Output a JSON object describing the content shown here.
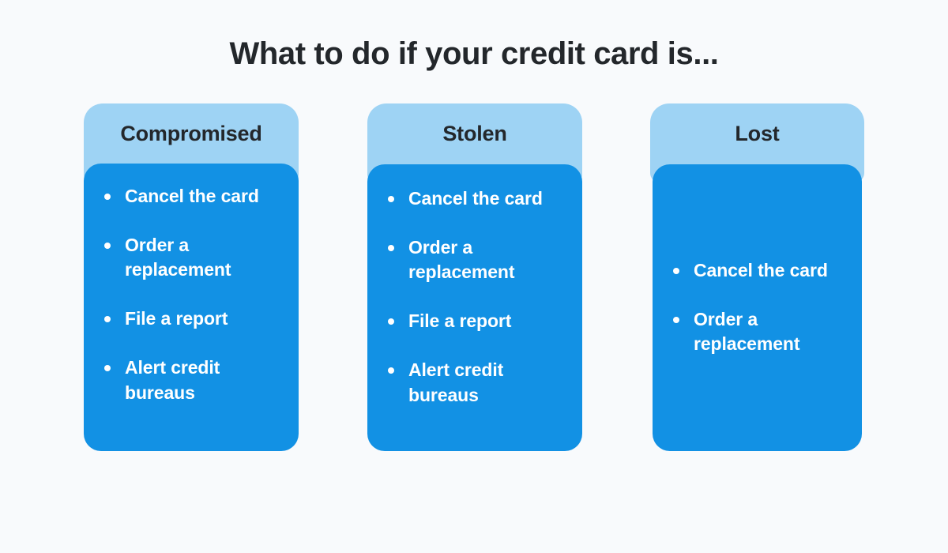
{
  "title": "What to do if your credit card is...",
  "colors": {
    "background": "#f8fafc",
    "card_header": "#9ed3f4",
    "card_body": "#1291e4",
    "title_text": "#23272b",
    "bullet_text": "#ffffff"
  },
  "cards": [
    {
      "id": "compromised",
      "header": "Compromised",
      "items": [
        "Cancel the card",
        "Order a replacement",
        "File a report",
        "Alert credit bureaus"
      ]
    },
    {
      "id": "stolen",
      "header": "Stolen",
      "items": [
        "Cancel the card",
        "Order a replacement",
        "File a report",
        "Alert credit bureaus"
      ]
    },
    {
      "id": "lost",
      "header": "Lost",
      "items": [
        "Cancel the card",
        "Order a replacement"
      ]
    }
  ]
}
